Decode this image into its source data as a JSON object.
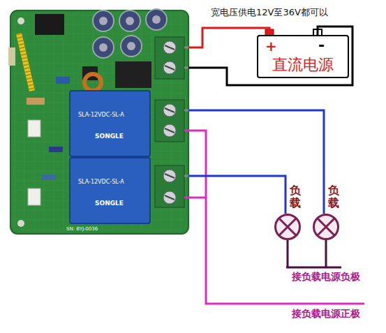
{
  "diagram": {
    "nodes": [
      {
        "text": [
          "SN: BYJ-0036"
        ]
      },
      {
        "text": [
          "+",
          "-",
          "直流电源"
        ]
      },
      {
        "text": [
          "负载"
        ]
      },
      {
        "text": [
          "负载"
        ]
      }
    ],
    "edges": [
      {
        "from": 0,
        "to": 1,
        "arrow": "none"
      },
      {
        "from": 0,
        "to": 1,
        "arrow": "none"
      },
      {
        "from": 0,
        "to": 3,
        "arrow": "none"
      },
      {
        "from": 0,
        "to": 2,
        "arrow": "none"
      }
    ],
    "labels": [
      "宽电压供电12V至36V都可以",
      "SONGLE",
      "SLA-12VDC-SL-A",
      "SONGLE",
      "SLA-12VDC-SL-A",
      "接负载电源负极",
      "接负载电源正极"
    ]
  }
}
